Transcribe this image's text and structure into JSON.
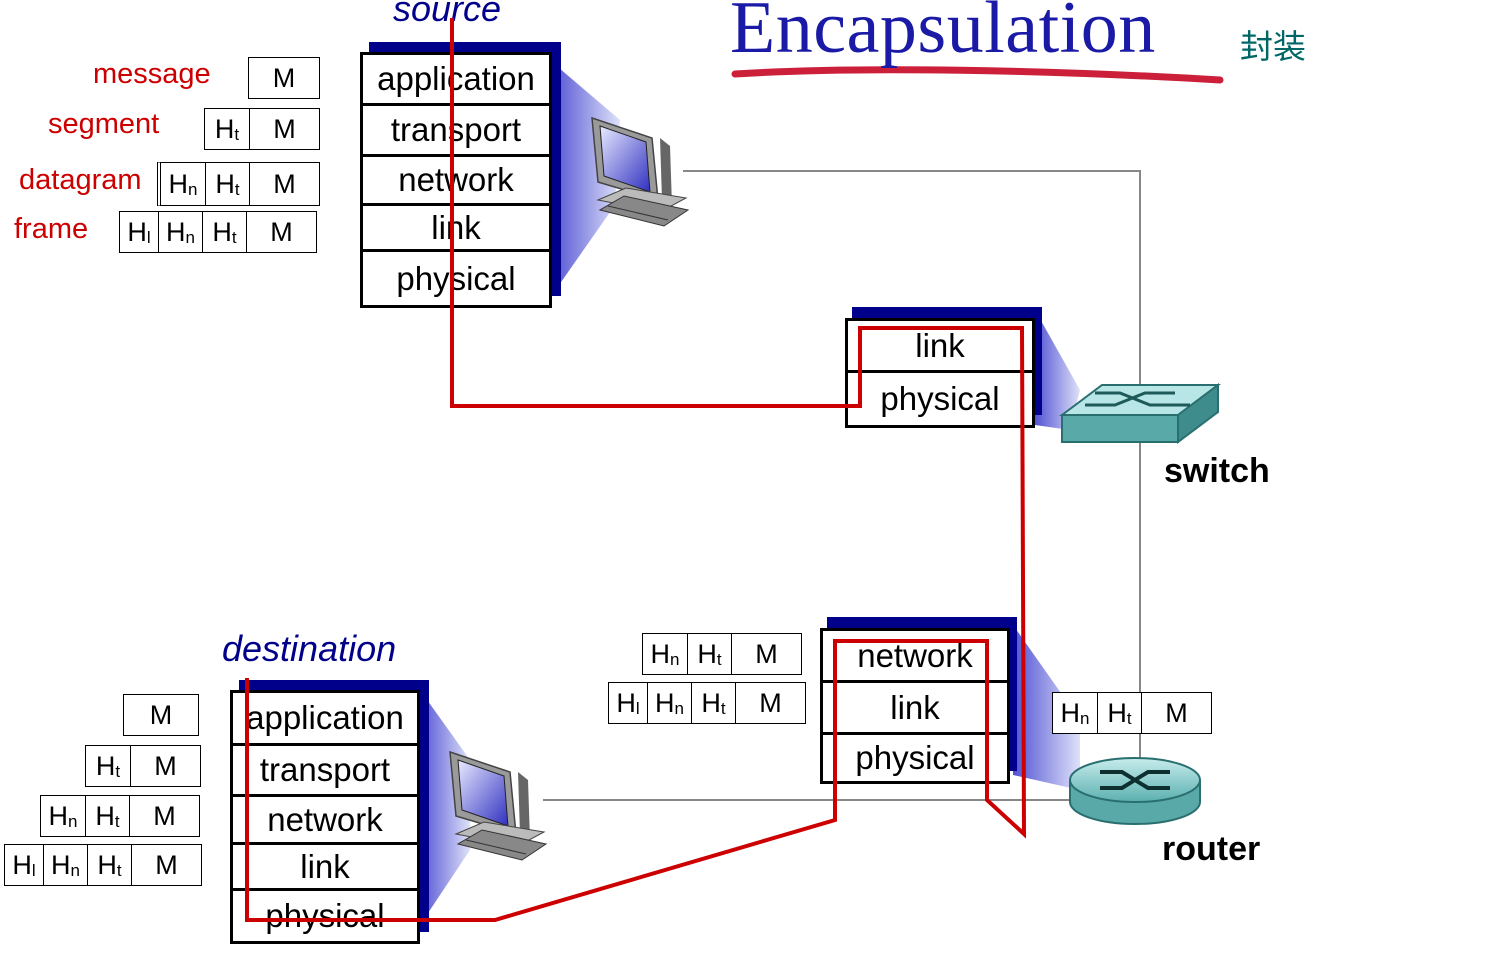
{
  "title": {
    "main": "Encapsulation",
    "cn": "封装"
  },
  "legend": {
    "message": "message",
    "segment": "segment",
    "datagram": "datagram",
    "frame": "frame"
  },
  "hosts": {
    "source": "source",
    "destination": "destination"
  },
  "devices": {
    "switch": "switch",
    "router": "router"
  },
  "stacks": {
    "source": [
      "application",
      "transport",
      "network",
      "link",
      "physical"
    ],
    "switch": [
      "link",
      "physical"
    ],
    "router": [
      "network",
      "link",
      "physical"
    ],
    "destination": [
      "application",
      "transport",
      "network",
      "link",
      "physical"
    ]
  },
  "packet": {
    "M": "M",
    "Ht": {
      "base": "H",
      "sub": "t"
    },
    "Hn": {
      "base": "H",
      "sub": "n"
    },
    "Hl": {
      "base": "H",
      "sub": "l"
    }
  },
  "colors": {
    "path": "#cc0000",
    "stack_shadow": "#00008b",
    "title": "#1a1aa6",
    "labels": "#cc0000"
  }
}
